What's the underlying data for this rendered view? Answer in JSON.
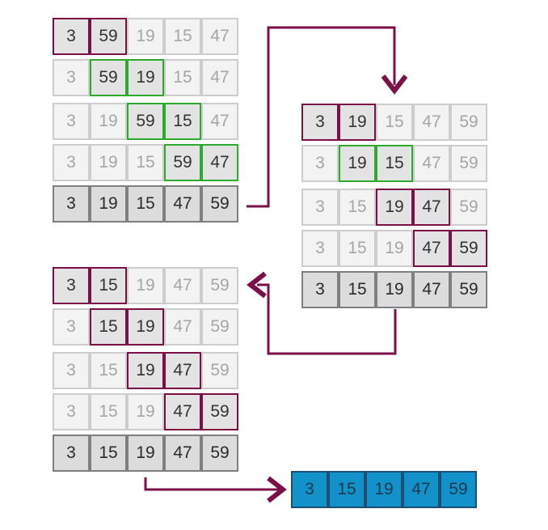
{
  "colors": {
    "compare": "#7b1048",
    "swap": "#2eaa2e",
    "arrow": "#7b1048",
    "sorted_fill": "#1391c9"
  },
  "passes": [
    {
      "name": "pass-1",
      "steps": [
        {
          "values": [
            3,
            59,
            19,
            15,
            47
          ],
          "highlight": [
            0,
            1
          ],
          "kind": "compare"
        },
        {
          "values": [
            3,
            59,
            19,
            15,
            47
          ],
          "highlight": [
            1,
            2
          ],
          "kind": "swap"
        },
        {
          "values": [
            3,
            19,
            59,
            15,
            47
          ],
          "highlight": [
            2,
            3
          ],
          "kind": "swap"
        },
        {
          "values": [
            3,
            19,
            15,
            59,
            47
          ],
          "highlight": [
            3,
            4
          ],
          "kind": "swap"
        }
      ],
      "result": [
        3,
        19,
        15,
        47,
        59
      ]
    },
    {
      "name": "pass-2",
      "steps": [
        {
          "values": [
            3,
            19,
            15,
            47,
            59
          ],
          "highlight": [
            0,
            1
          ],
          "kind": "compare"
        },
        {
          "values": [
            3,
            19,
            15,
            47,
            59
          ],
          "highlight": [
            1,
            2
          ],
          "kind": "swap"
        },
        {
          "values": [
            3,
            15,
            19,
            47,
            59
          ],
          "highlight": [
            2,
            3
          ],
          "kind": "compare"
        },
        {
          "values": [
            3,
            15,
            19,
            47,
            59
          ],
          "highlight": [
            3,
            4
          ],
          "kind": "compare"
        }
      ],
      "result": [
        3,
        15,
        19,
        47,
        59
      ]
    },
    {
      "name": "pass-3",
      "steps": [
        {
          "values": [
            3,
            15,
            19,
            47,
            59
          ],
          "highlight": [
            0,
            1
          ],
          "kind": "compare"
        },
        {
          "values": [
            3,
            15,
            19,
            47,
            59
          ],
          "highlight": [
            1,
            2
          ],
          "kind": "compare"
        },
        {
          "values": [
            3,
            15,
            19,
            47,
            59
          ],
          "highlight": [
            2,
            3
          ],
          "kind": "compare"
        },
        {
          "values": [
            3,
            15,
            19,
            47,
            59
          ],
          "highlight": [
            3,
            4
          ],
          "kind": "compare"
        }
      ],
      "result": [
        3,
        15,
        19,
        47,
        59
      ]
    }
  ],
  "sorted": [
    3,
    15,
    19,
    47,
    59
  ]
}
